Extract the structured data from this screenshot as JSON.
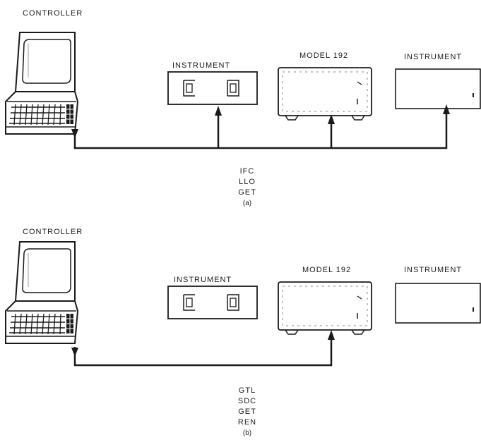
{
  "diagram_a": {
    "controller_label": "CONTROLLER",
    "device_labels": [
      "INSTRUMENT",
      "MODEL 192",
      "INSTRUMENT"
    ],
    "commands": [
      "IFC",
      "LLO",
      "GET"
    ],
    "caption": "(a)"
  },
  "diagram_b": {
    "controller_label": "CONTROLLER",
    "device_labels": [
      "INSTRUMENT",
      "MODEL 192",
      "INSTRUMENT"
    ],
    "commands": [
      "GTL",
      "SDC",
      "GET",
      "REN"
    ],
    "caption": "(b)"
  }
}
